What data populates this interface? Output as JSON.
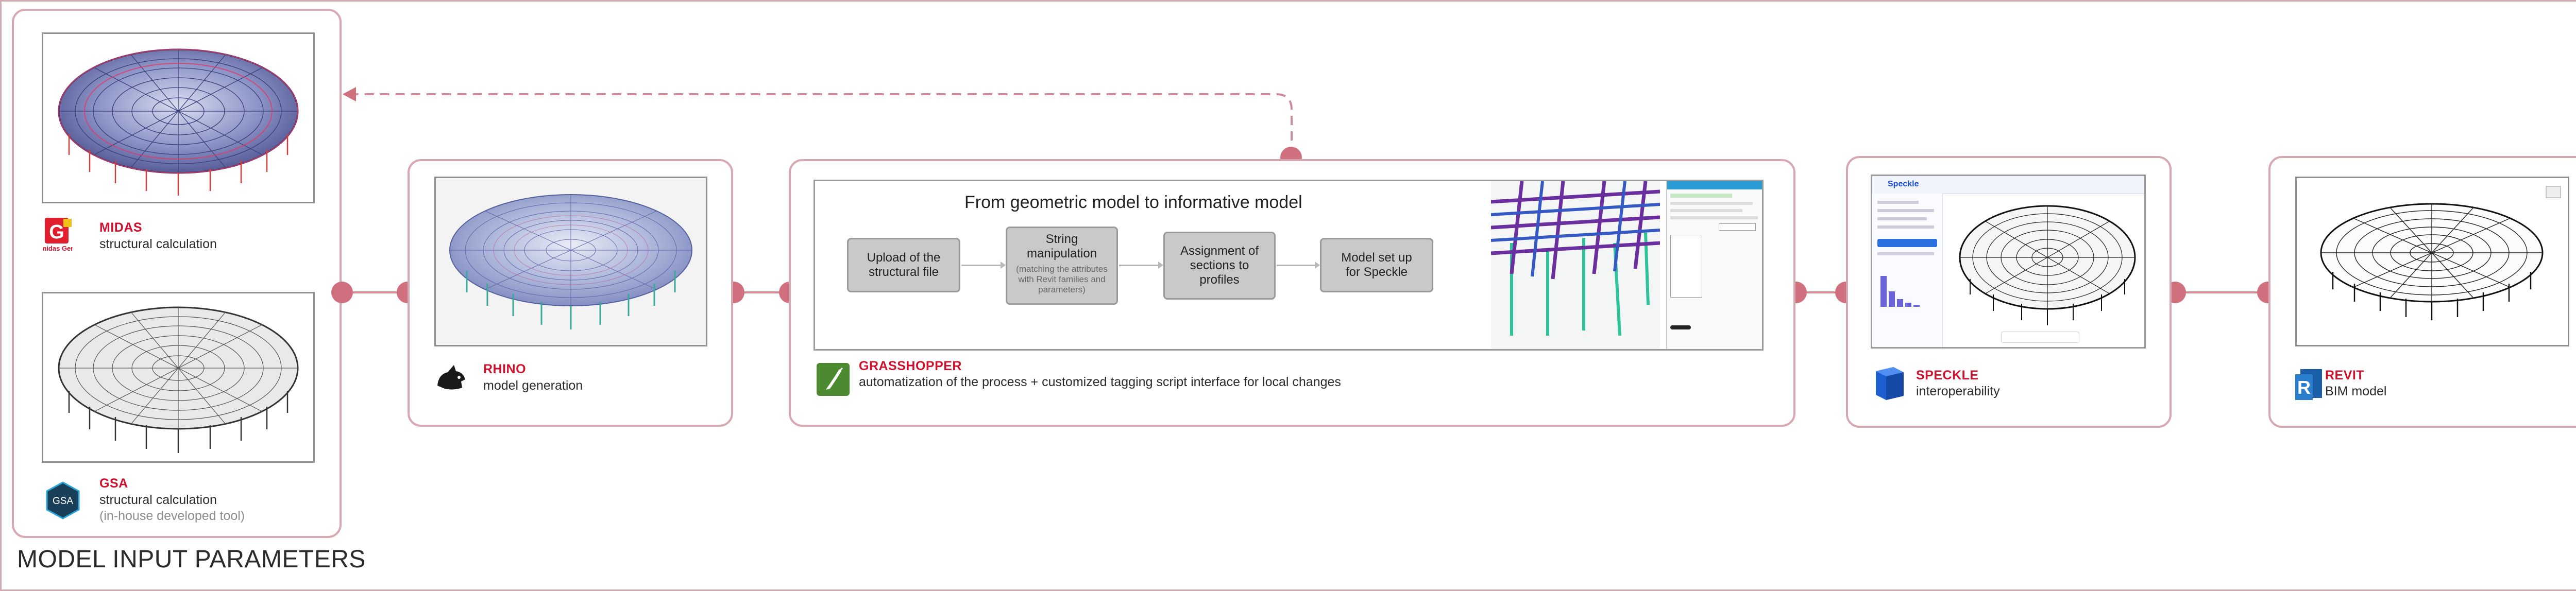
{
  "colors": {
    "accent": "#d0102c",
    "card_border": "#d7a8b1",
    "connector": "#d0707f",
    "step_fill": "#c9c9c9"
  },
  "section_title": "MODEL INPUT PARAMETERS",
  "tools": {
    "midas": {
      "name": "MIDAS",
      "desc": "structural calculation",
      "logo_text": "midas Gen",
      "logo_icon": "midas-logo-icon"
    },
    "gsa": {
      "name": "GSA",
      "desc": "structural calculation",
      "note": "(in-house developed tool)",
      "logo_text": "GSA",
      "logo_icon": "gsa-logo-icon"
    },
    "rhino": {
      "name": "RHINO",
      "desc": "model generation",
      "logo_icon": "rhino-logo-icon"
    },
    "grasshopper": {
      "name": "GRASSHOPPER",
      "desc": "automatization of the process + customized tagging script interface for local changes",
      "logo_icon": "grasshopper-logo-icon",
      "panel_title": "From geometric model to informative model",
      "steps": [
        {
          "title": "Upload of the structural file",
          "note": ""
        },
        {
          "title": "String manipulation",
          "note": "(matching the attributes with Revit families and parameters)"
        },
        {
          "title": "Assignment of sections to profiles",
          "note": ""
        },
        {
          "title": "Model set up for Speckle",
          "note": ""
        }
      ]
    },
    "speckle": {
      "name": "SPECKLE",
      "desc": "interoperability",
      "logo_icon": "speckle-logo-icon",
      "ui_title": "Speckle"
    },
    "revit": {
      "name": "REVIT",
      "desc": "BIM model",
      "logo_text": "R",
      "logo_icon": "revit-logo-icon"
    }
  }
}
